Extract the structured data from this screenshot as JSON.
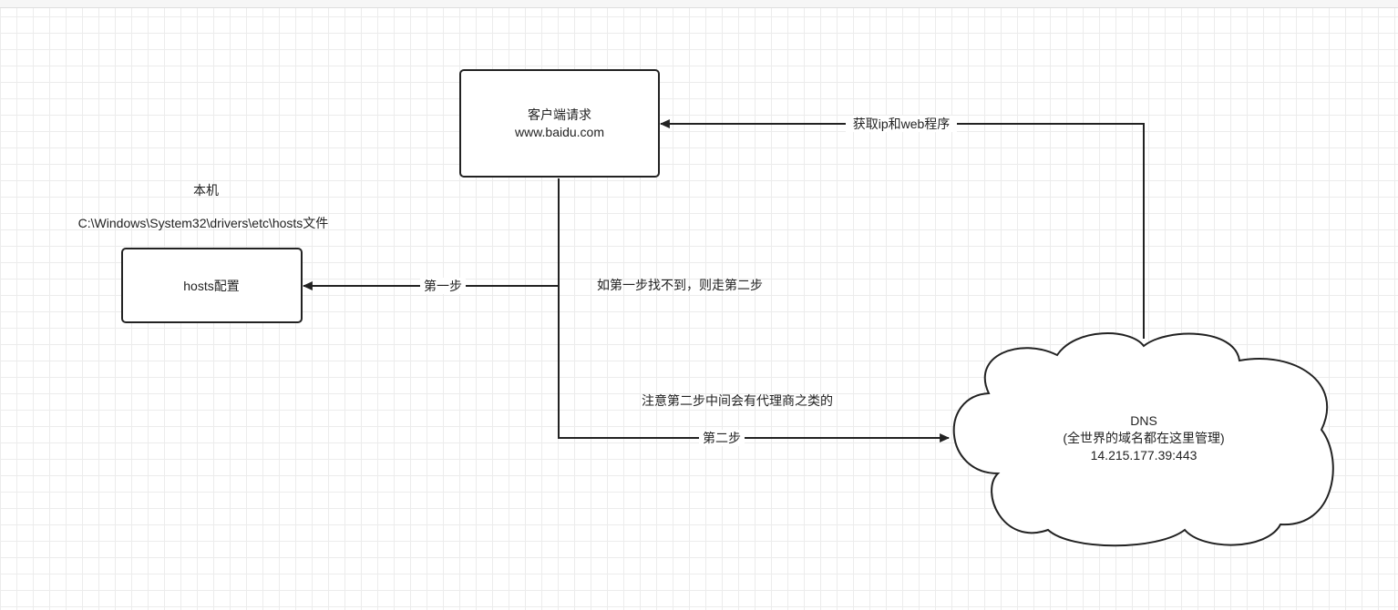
{
  "diagram": {
    "client_node": {
      "line1": "客户端请求",
      "line2": "www.baidu.com"
    },
    "local_machine": {
      "title": "本机",
      "path": "C:\\Windows\\System32\\drivers\\etc\\hosts文件"
    },
    "hosts_node": {
      "label": "hosts配置"
    },
    "dns_node": {
      "line1": "DNS",
      "line2": "(全世界的域名都在这里管理)",
      "line3": "14.215.177.39:443"
    },
    "edges": {
      "step1": "第一步",
      "step2": "第二步",
      "return": "获取ip和web程序"
    },
    "notes": {
      "fallback": "如第一步找不到，则走第二步",
      "proxy": "注意第二步中间会有代理商之类的"
    },
    "colors": {
      "stroke": "#222222",
      "grid": "#ececec",
      "background": "#ffffff"
    }
  }
}
